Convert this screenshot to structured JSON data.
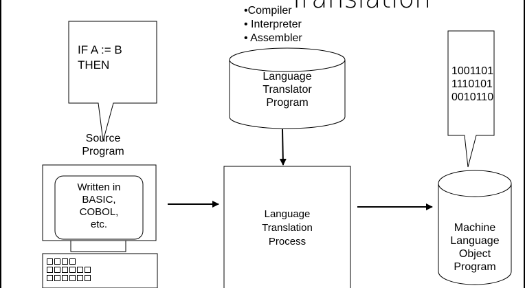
{
  "title": "Translation",
  "translators": {
    "items": [
      "•Compiler",
      "• Interpreter",
      "• Assembler"
    ]
  },
  "source_bubble": {
    "lines": [
      "IF A := B",
      "THEN"
    ]
  },
  "source_program": {
    "lines": [
      "Source",
      "Program"
    ]
  },
  "computer_screen": {
    "lines": [
      "Written in",
      "BASIC,",
      "COBOL,",
      "etc."
    ]
  },
  "translator_program": {
    "lines": [
      "Language",
      "Translator",
      "Program"
    ]
  },
  "process": {
    "lines": [
      "Language",
      "Translation",
      "Process"
    ]
  },
  "machine_bubble": {
    "lines": [
      "1001101",
      "1110101",
      "0010110"
    ]
  },
  "object_program": {
    "lines": [
      "Machine",
      "Language",
      "Object",
      "Program"
    ]
  }
}
